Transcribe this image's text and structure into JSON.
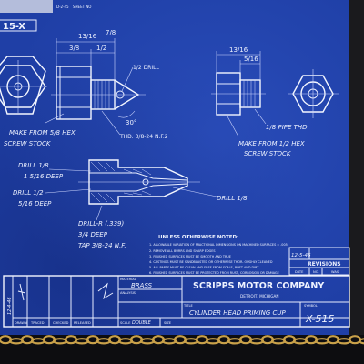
{
  "drawing_number_top": "15-X",
  "top_small_labels": [
    "D-2-45",
    "SHEET NO"
  ],
  "dims": {
    "a": "13/16",
    "b": "7/8",
    "c": "1/2",
    "d": "13/16",
    "e": "3/8",
    "f": "5/16",
    "drill_half": "1/2 DRILL",
    "angle": "30°",
    "thd_left": "THD. 3/8-24 N.F.2",
    "pipe_thd": "1/8 PIPE THD."
  },
  "callouts": {
    "make_left_1": "MAKE FROM 5/8 HEX",
    "make_left_2": "SCREW STOCK",
    "make_right_1": "MAKE FROM 1/2 HEX",
    "make_right_2": "SCREW STOCK",
    "drill_18": "DRILL 1/8",
    "deep_1": "1 5/16 DEEP",
    "drill_12": "DRILL 1/2",
    "deep_2": "5/16 DEEP",
    "drill_18_b": "DRILL 1/8",
    "drill_r": "DRILL-R (.339)",
    "deep_3": "3/4 DEEP",
    "tap": "TAP 3/8-24 N.F."
  },
  "notes": {
    "heading": "UNLESS OTHERWISE NOTED:",
    "items": [
      "1. ALLOWABLE VARIATION OF FRACTIONAL DIMENSIONS ON MACHINED SURFACES ± .005",
      "2. REMOVE ALL BURRS AND SHARP EDGES",
      "3. FINISHED SURFACES MUST BE SMOOTH AND TRUE",
      "4. CASTINGS MUST BE SANDBLASTED OR OTHERWISE THOR- OUGHLY CLEANED",
      "5. ALL PARTS MUST BE CLEAN AND FREE FROM SCALE, RUST AND DIRT",
      "6. FINISHED SURFACES MUST BE PROTECTED FROM RUST, CORROSION OR DAMAGE"
    ]
  },
  "revisions": {
    "date_entry": "12-5-46",
    "title": "REVISIONS",
    "cols": [
      "DATE",
      "NO.",
      "WAS"
    ]
  },
  "title_block": {
    "company": "SCRIPPS MOTOR COMPANY",
    "city": "DETROIT, MICHIGAN",
    "material_label": "MATERIAL",
    "material": "BRASS",
    "analysis_label": "ANALYSIS",
    "title_label": "TITLE",
    "title": "CYLINDER HEAD PRIMING CUP",
    "symbol_label": "SYMBOL",
    "symbol": "X-515",
    "date_side": "12-4-46",
    "scale_value": "DOUBLE",
    "row_labels": [
      "DRAWN",
      "TRACED",
      "CHECKED",
      "RELEASED",
      "SCALE",
      "SIZE"
    ]
  },
  "colors": {
    "blueprint": "#1f3fa6",
    "line": "#e8edff",
    "chain": "#c9a14a"
  }
}
